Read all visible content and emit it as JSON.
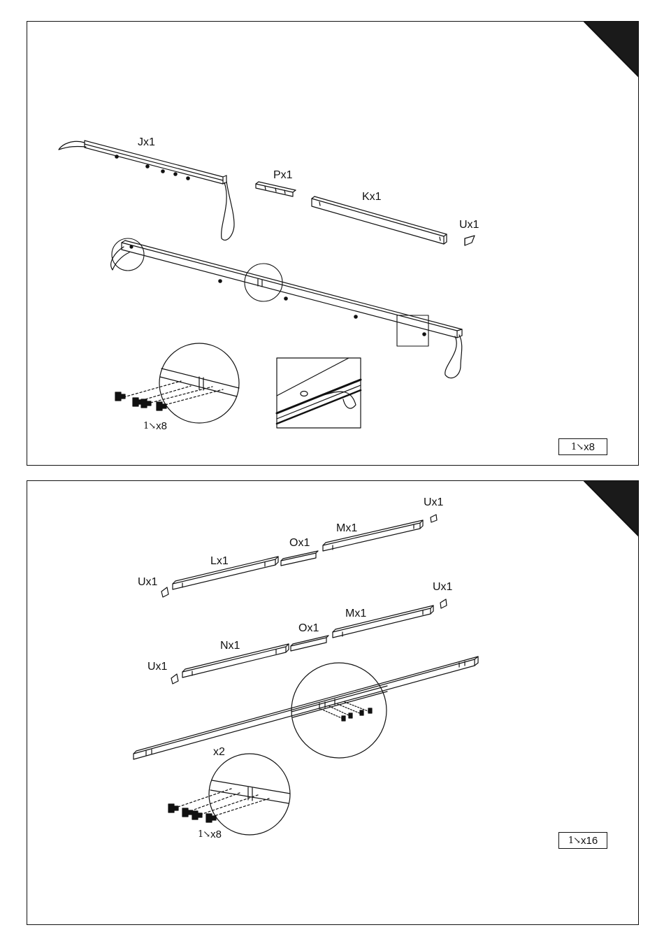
{
  "panel1": {
    "labels": {
      "J": "Jx1",
      "P": "Px1",
      "K": "Kx1",
      "U": "Ux1"
    },
    "detail_screw_count": "x8",
    "box_screw_count": "x8",
    "screw_icon": "screwdriver-icon"
  },
  "panel2": {
    "labels": {
      "U_top_right": "Ux1",
      "M_top": "Mx1",
      "O_top": "Ox1",
      "L": "Lx1",
      "U_top_left": "Ux1",
      "U_mid_right": "Ux1",
      "M_mid": "Mx1",
      "O_mid": "Ox1",
      "N": "Nx1",
      "U_mid_left": "Ux1",
      "multiplier": "x2"
    },
    "detail_screw_count": "x8",
    "box_screw_count": "x16",
    "screw_icon": "screwdriver-icon"
  },
  "colors": {
    "ink": "#111111",
    "paper": "#ffffff"
  }
}
